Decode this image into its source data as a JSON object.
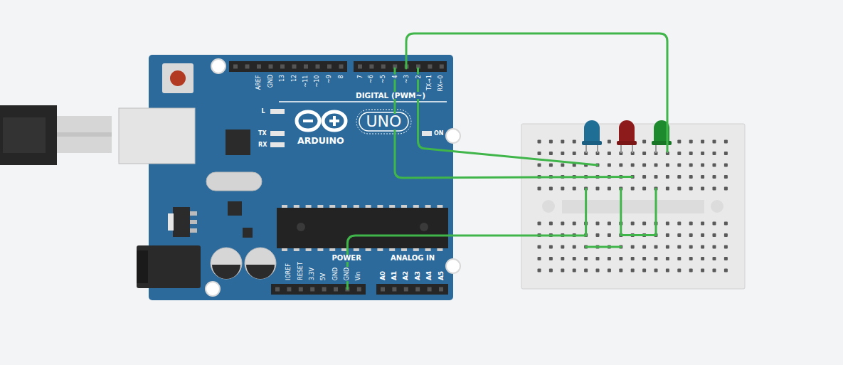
{
  "diagram": {
    "labels": [
      "AREF",
      "GND",
      "13",
      "12",
      "~11",
      "~10",
      "~9",
      "8",
      "7",
      "~6",
      "~5",
      "4",
      "~3",
      "2",
      "TX→1",
      "RX←0",
      "DIGITAL (PWM~)",
      "L",
      "TX",
      "RX",
      "ARDUINO",
      "UNO",
      "ON",
      "POWER",
      "IOREF",
      "RESET",
      "3.3V",
      "5V",
      "GND",
      "GND",
      "Vin",
      "ANALOG IN",
      "A0",
      "A1",
      "A2",
      "A3",
      "A4",
      "A5"
    ]
  }
}
